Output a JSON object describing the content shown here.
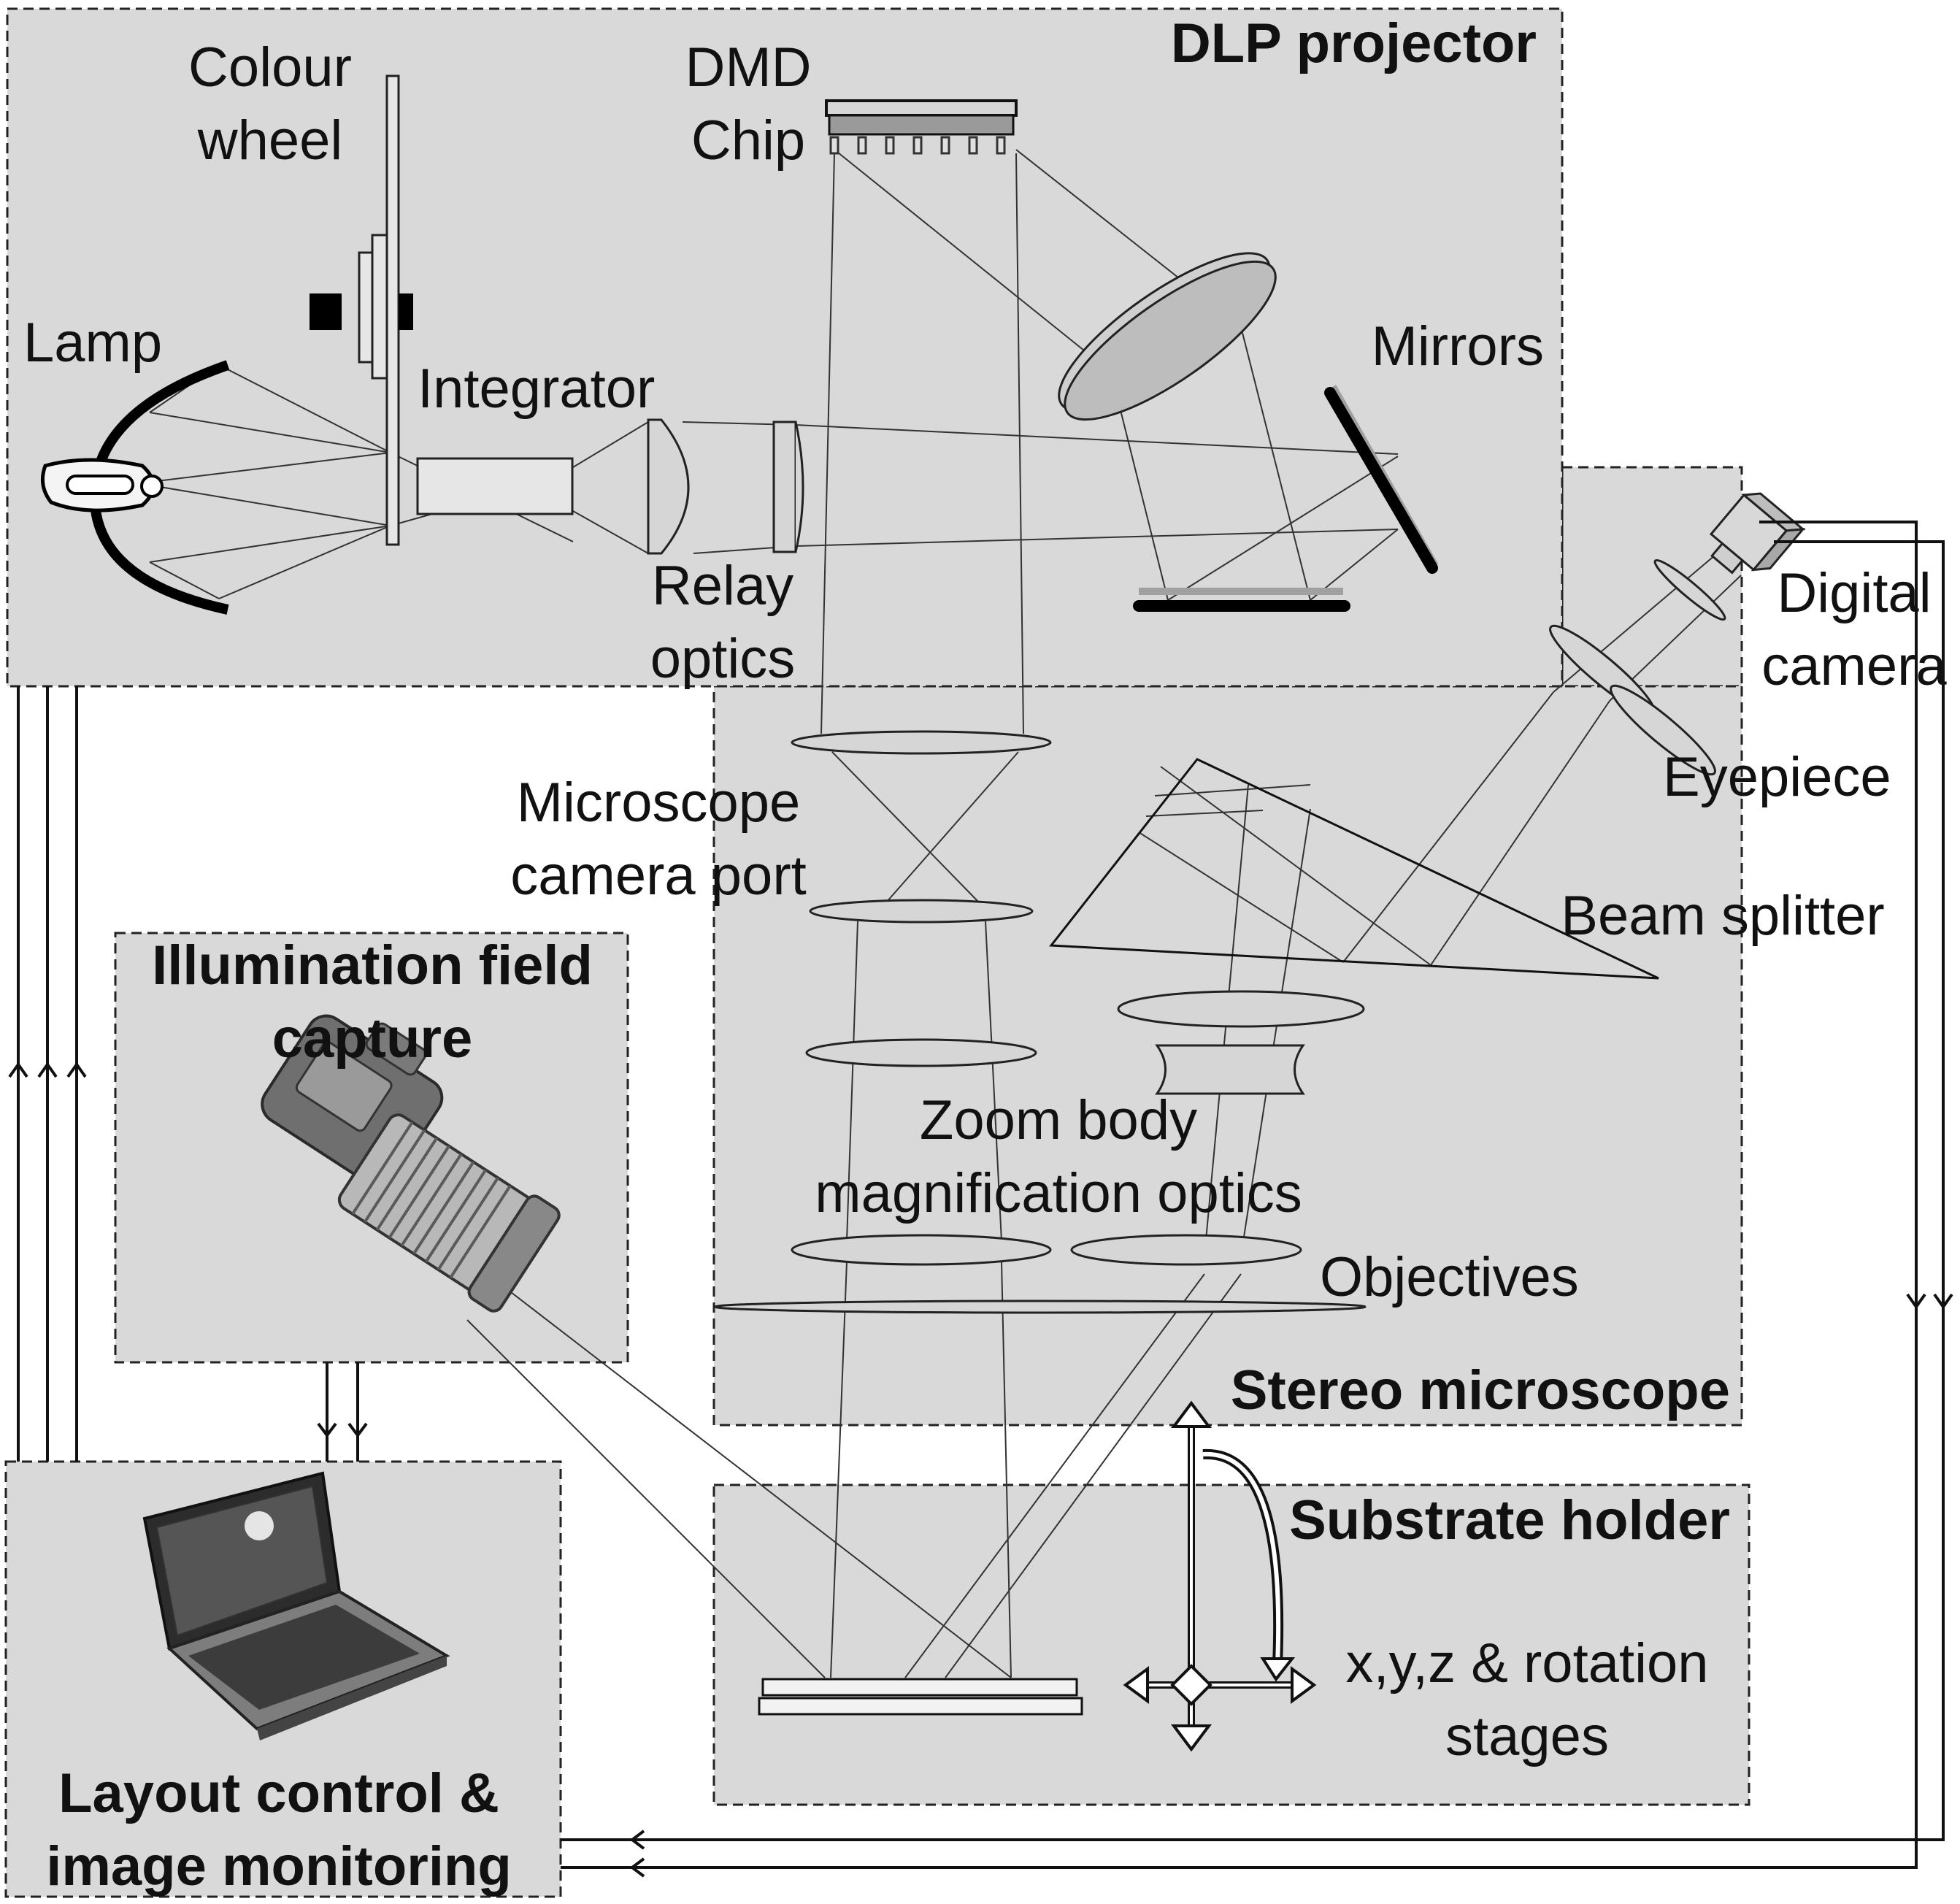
{
  "panels": {
    "dlp": {
      "title": "DLP projector"
    },
    "stereo": {
      "title": "Stereo microscope"
    },
    "illum": {
      "title_line1": "Illumination field",
      "title_line2": "capture"
    },
    "substrate": {
      "title": "Substrate holder"
    },
    "layout": {
      "title_line1": "Layout control &",
      "title_line2": "image monitoring"
    }
  },
  "labels": {
    "colour_wheel": [
      "Colour",
      "wheel"
    ],
    "dmd_chip": [
      "DMD",
      "Chip"
    ],
    "lamp": "Lamp",
    "integrator": "Integrator",
    "mirrors": "Mirrors",
    "relay_optics": [
      "Relay",
      "optics"
    ],
    "digital_camera": [
      "Digital",
      "camera"
    ],
    "eyepiece": "Eyepiece",
    "microscope_camera_port": [
      "Microscope",
      "camera port"
    ],
    "beam_splitter": "Beam splitter",
    "zoom_body": [
      "Zoom body",
      "magnification optics"
    ],
    "objectives": "Objectives",
    "stages": [
      "x,y,z & rotation",
      "stages"
    ]
  }
}
